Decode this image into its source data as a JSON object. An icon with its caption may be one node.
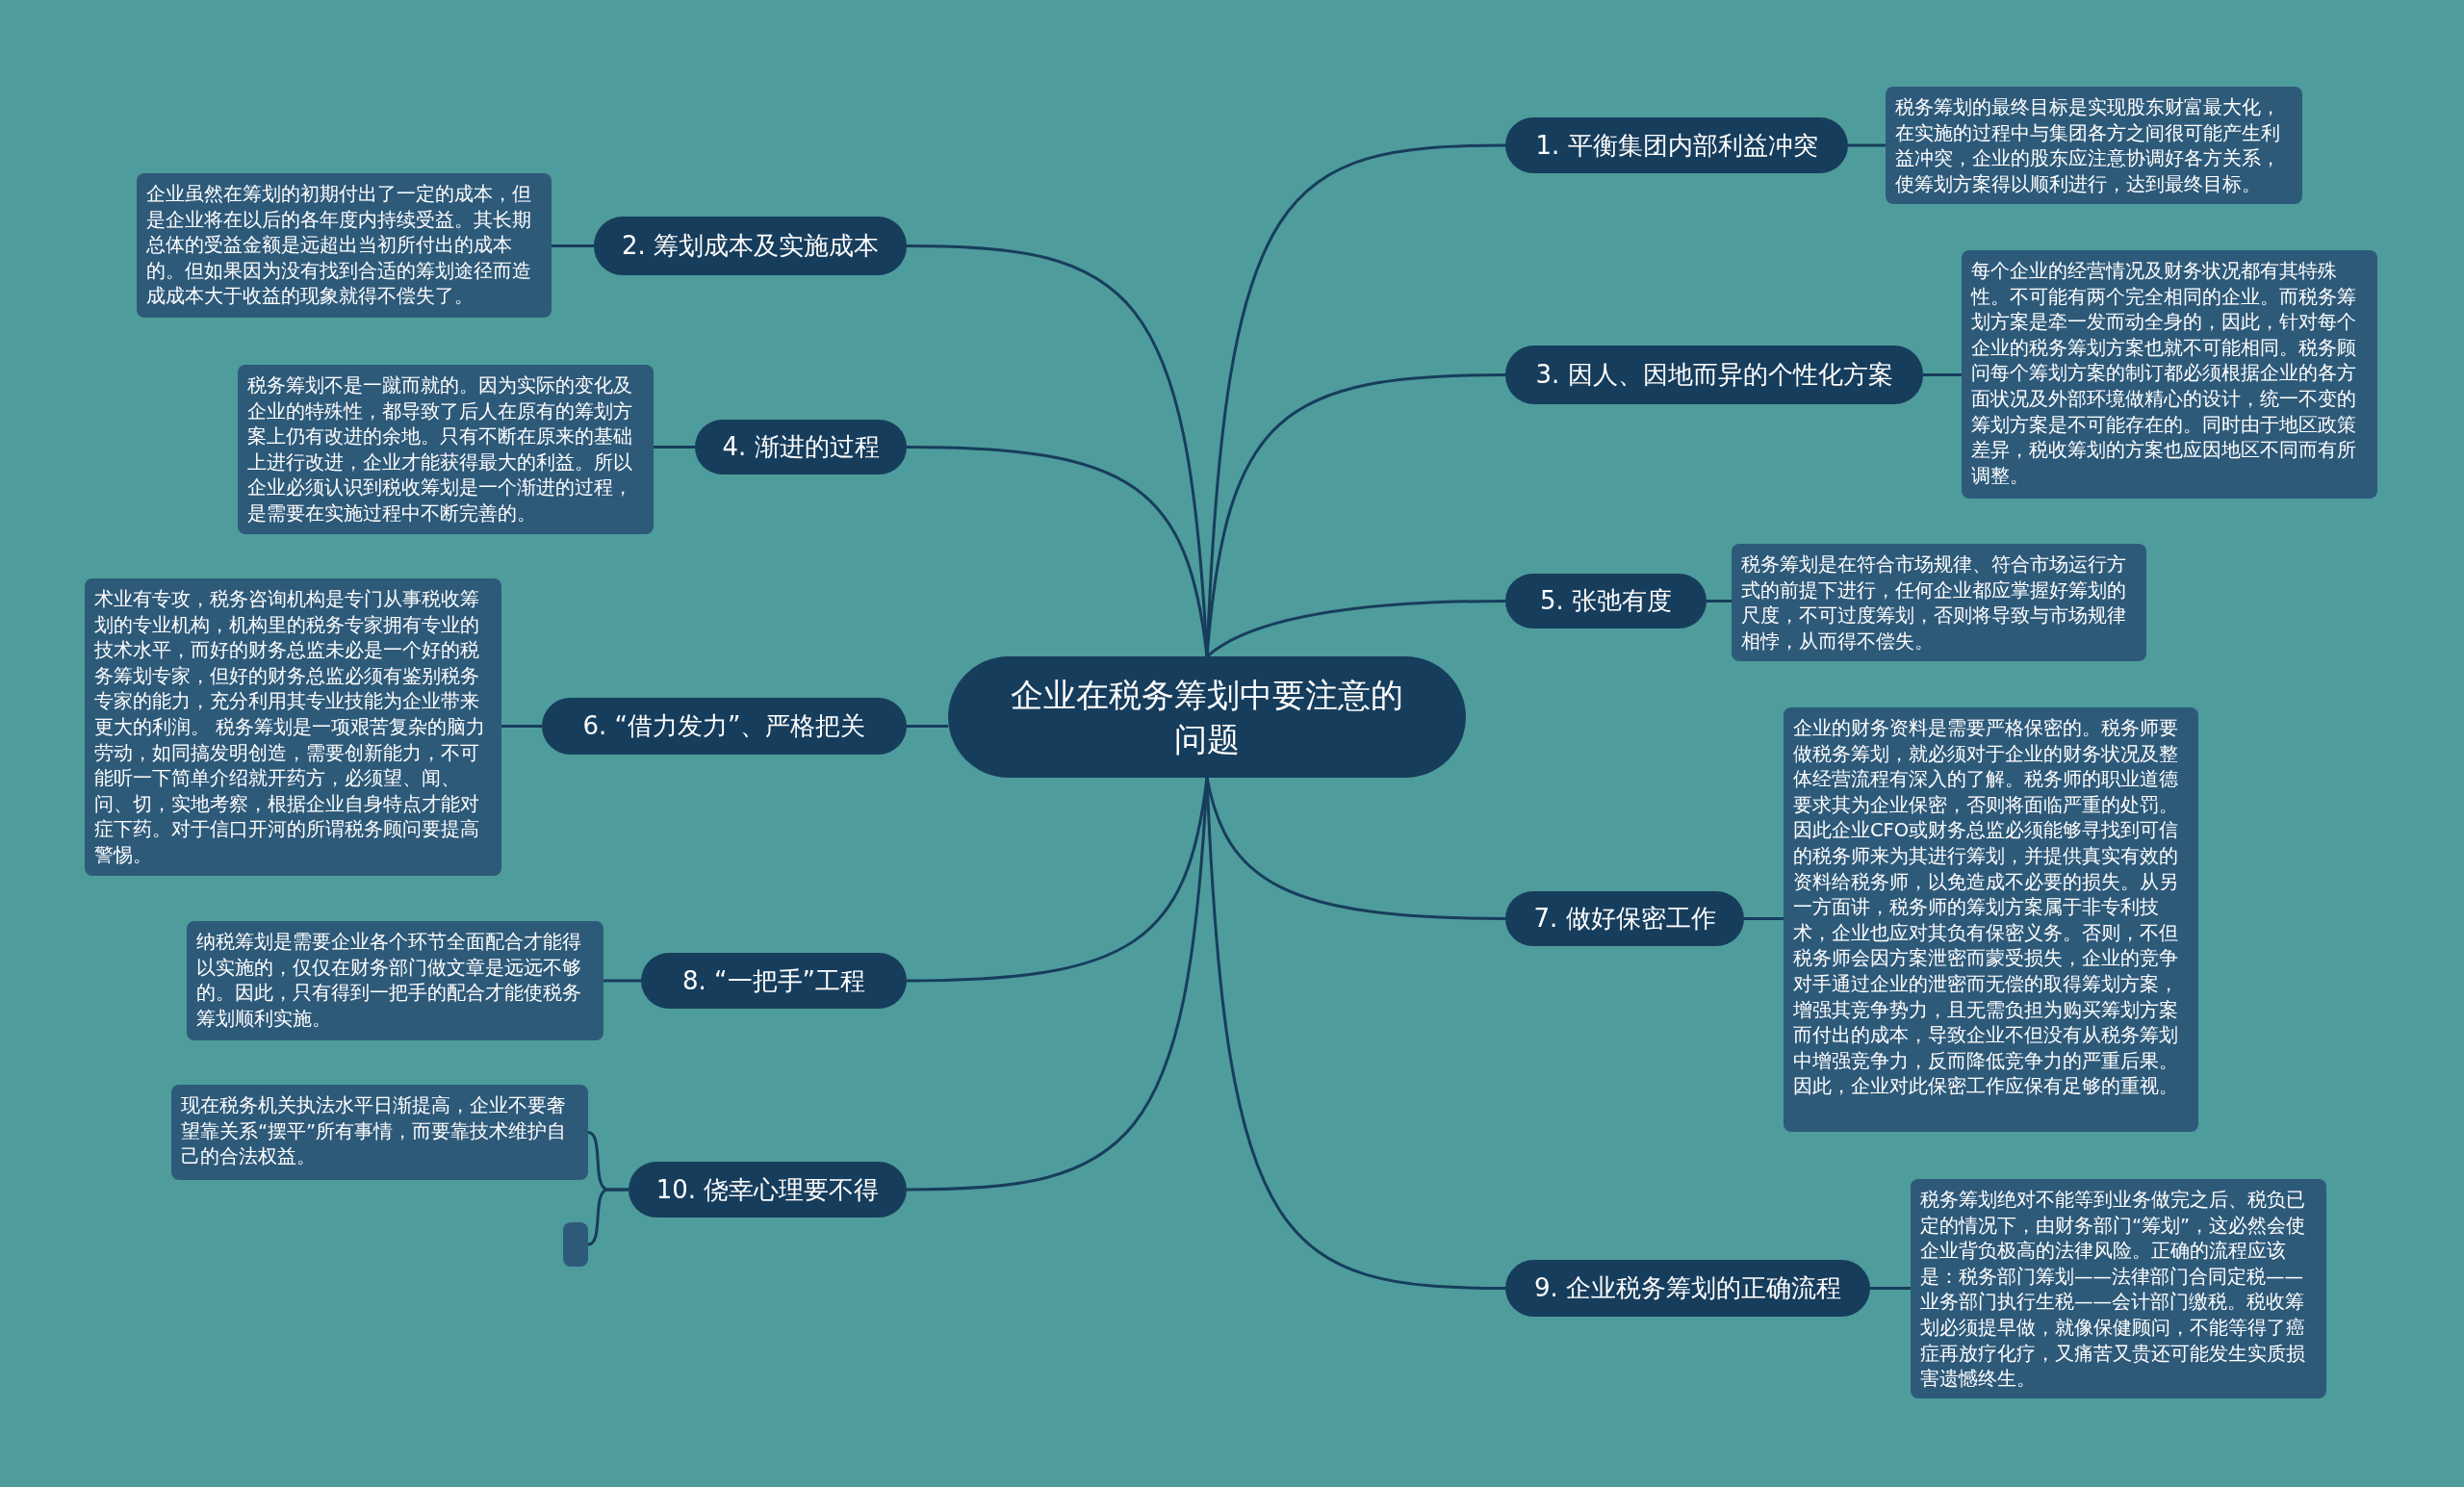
{
  "diagram": {
    "nodes": [
      {
        "text": [
          "企业在税务筹划中要注意的问题"
        ]
      },
      {
        "text": [
          "1. 平衡集团内部利益冲突"
        ]
      },
      {
        "text": [
          "税务筹划的最终目标是实现股东财富最大化，在实施的过程中与集团各方之间很可能产生利益冲突，企业的股东应注意协调好各方关系，使筹划方案得以顺利进行，达到最终目标。"
        ]
      },
      {
        "text": [
          "2. 筹划成本及实施成本"
        ]
      },
      {
        "text": [
          "企业虽然在筹划的初期付出了一定的成本，但是企业将在以后的各年度内持续受益。其长期总体的受益金额是远超出当初所付出的成本的。但如果因为没有找到合适的筹划途径而造成成本大于收益的现象就得不偿失了。"
        ]
      },
      {
        "text": [
          "3. 因人、因地而异的个性化方案"
        ]
      },
      {
        "text": [
          "每个企业的经营情况及财务状况都有其特殊性。不可能有两个完全相同的企业。而税务筹划方案是牵一发而动全身的，因此，针对每个企业的税务筹划方案也就不可能相同。税务顾问每个筹划方案的制订都必须根据企业的各方面状况及外部环境做精心的设计，统一不变的筹划方案是不可能存在的。同时由于地区政策差异，税收筹划的方案也应因地区不同而有所调整。"
        ]
      },
      {
        "text": [
          "4. 渐进的过程"
        ]
      },
      {
        "text": [
          "税务筹划不是一蹴而就的。因为实际的变化及企业的特殊性，都导致了后人在原有的筹划方案上仍有改进的余地。只有不断在原来的基础上进行改进，企业才能获得最大的利益。所以企业必须认识到税收筹划是一个渐进的过程，是需要在实施过程中不断完善的。"
        ]
      },
      {
        "text": [
          "5. 张弛有度"
        ]
      },
      {
        "text": [
          "税务筹划是在符合市场规律、符合市场运行方式的前提下进行，任何企业都应掌握好筹划的尺度，不可过度筹划，否则将导致与市场规律相悖，从而得不偿失。"
        ]
      },
      {
        "text": [
          "6. “借力发力”、严格把关"
        ]
      },
      {
        "text": [
          "术业有专攻，税务咨询机构是专门从事税收筹划的专业机构，机构里的税务专家拥有专业的技术水平，而好的财务总监未必是一个好的税务筹划专家，但好的财务总监必须有鉴别税务专家的能力，充分利用其专业技能为企业带来更大的利润。 税务筹划是一项艰苦复杂的脑力劳动，如同搞发明创造，需要创新能力，不可能听一下简单介绍就开药方，必须望、闻、问、切，实地考察，根据企业自身特点才能对症下药。对于信口开河的所谓税务顾问要提高警惕。"
        ]
      },
      {
        "text": [
          "7. 做好保密工作"
        ]
      },
      {
        "text": [
          "企业的财务资料是需要严格保密的。税务师要做税务筹划，就必须对于企业的财务状况及整体经营流程有深入的了解。税务师的职业道德要求其为企业保密，否则将面临严重的处罚。因此企业CFO或财务总监必须能够寻找到可信的税务师来为其进行筹划，并提供真实有效的资料给税务师，以免造成不必要的损失。从另一方面讲，税务师的筹划方案属于非专利技术，企业也应对其负有保密义务。否则，不但税务师会因方案泄密而蒙受损失，企业的竞争对手通过企业的泄密而无偿的取得筹划方案，增强其竞争势力，且无需负担为购买筹划方案而付出的成本，导致企业不但没有从税务筹划中增强竞争力，反而降低竞争力的严重后果。因此，企业对此保密工作应保有足够的重视。"
        ]
      },
      {
        "text": [
          "8. “一把手”工程"
        ]
      },
      {
        "text": [
          "纳税筹划是需要企业各个环节全面配合才能得以实施的，仅仅在财务部门做文章是远远不够的。因此，只有得到一把手的配合才能使税务筹划顺利实施。"
        ]
      },
      {
        "text": [
          "9. 企业税务筹划的正确流程"
        ]
      },
      {
        "text": [
          "税务筹划绝对不能等到业务做完之后、税负已定的情况下，由财务部门“筹划”，这必然会使企业背负极高的法律风险。正确的流程应该是：税务部门筹划——法律部门合同定税——业务部门执行生税——会计部门缴税。税收筹划必须提早做，就像保健顾问，不能等得了癌症再放疗化疗，又痛苦又贵还可能发生实质损害遗憾终生。"
        ]
      },
      {
        "text": [
          "10. 侥幸心理要不得"
        ]
      },
      {
        "text": [
          "现在税务机关执法水平日渐提高，企业不要奢望靠关系“摆平”所有事情，而要靠技术维护自己的合法权益。"
        ]
      },
      {
        "text": [],
        "shape": "box"
      }
    ],
    "edges": [
      {
        "from": 0,
        "to": 1,
        "arrow": "none"
      },
      {
        "from": 1,
        "to": 2,
        "arrow": "none"
      },
      {
        "from": 0,
        "to": 3,
        "arrow": "none"
      },
      {
        "from": 3,
        "to": 4,
        "arrow": "none"
      },
      {
        "from": 0,
        "to": 5,
        "arrow": "none"
      },
      {
        "from": 5,
        "to": 6,
        "arrow": "none"
      },
      {
        "from": 0,
        "to": 7,
        "arrow": "none"
      },
      {
        "from": 7,
        "to": 8,
        "arrow": "none"
      },
      {
        "from": 0,
        "to": 9,
        "arrow": "none"
      },
      {
        "from": 9,
        "to": 10,
        "arrow": "none"
      },
      {
        "from": 0,
        "to": 11,
        "arrow": "none"
      },
      {
        "from": 11,
        "to": 12,
        "arrow": "none"
      },
      {
        "from": 0,
        "to": 13,
        "arrow": "none"
      },
      {
        "from": 13,
        "to": 14,
        "arrow": "none"
      },
      {
        "from": 0,
        "to": 15,
        "arrow": "none"
      },
      {
        "from": 15,
        "to": 16,
        "arrow": "none"
      },
      {
        "from": 0,
        "to": 17,
        "arrow": "none"
      },
      {
        "from": 17,
        "to": 18,
        "arrow": "none"
      },
      {
        "from": 0,
        "to": 19,
        "arrow": "none"
      },
      {
        "from": 19,
        "to": 20,
        "arrow": "none"
      },
      {
        "from": 19,
        "to": 21,
        "arrow": "none"
      }
    ]
  }
}
